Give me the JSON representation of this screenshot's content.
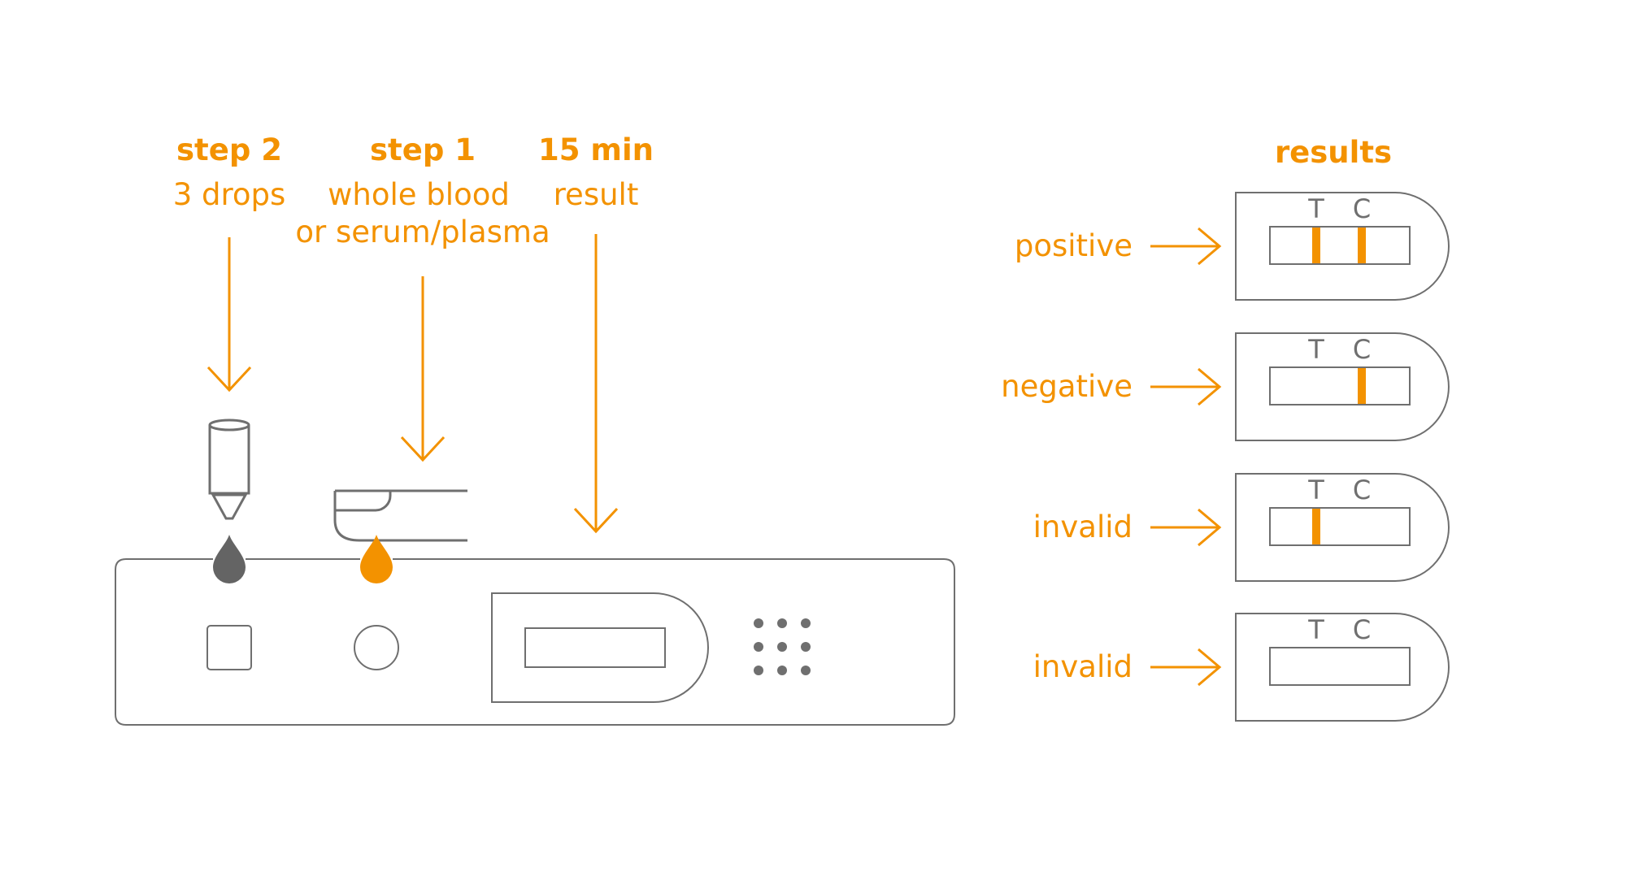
{
  "colors": {
    "accent": "#F39200",
    "device": "#6F6F6F",
    "dark": "#646464"
  },
  "steps": [
    {
      "title": "step 2",
      "line1": "3 drops",
      "line2": ""
    },
    {
      "title": "step 1",
      "line1": "whole blood",
      "line2": "or serum/plasma"
    },
    {
      "title": "15 min",
      "line1": "result",
      "line2": ""
    }
  ],
  "results": {
    "title": "results",
    "strip_labels": {
      "t": "T",
      "c": "C"
    },
    "items": [
      {
        "label": "positive",
        "t_line": true,
        "c_line": true
      },
      {
        "label": "negative",
        "t_line": false,
        "c_line": true
      },
      {
        "label": "invalid",
        "t_line": true,
        "c_line": false
      },
      {
        "label": "invalid",
        "t_line": false,
        "c_line": false
      }
    ]
  },
  "icons": {
    "dropper": "dropper-icon",
    "finger": "finger-icon",
    "drop": "drop-icon",
    "arrow": "arrow-icon"
  }
}
